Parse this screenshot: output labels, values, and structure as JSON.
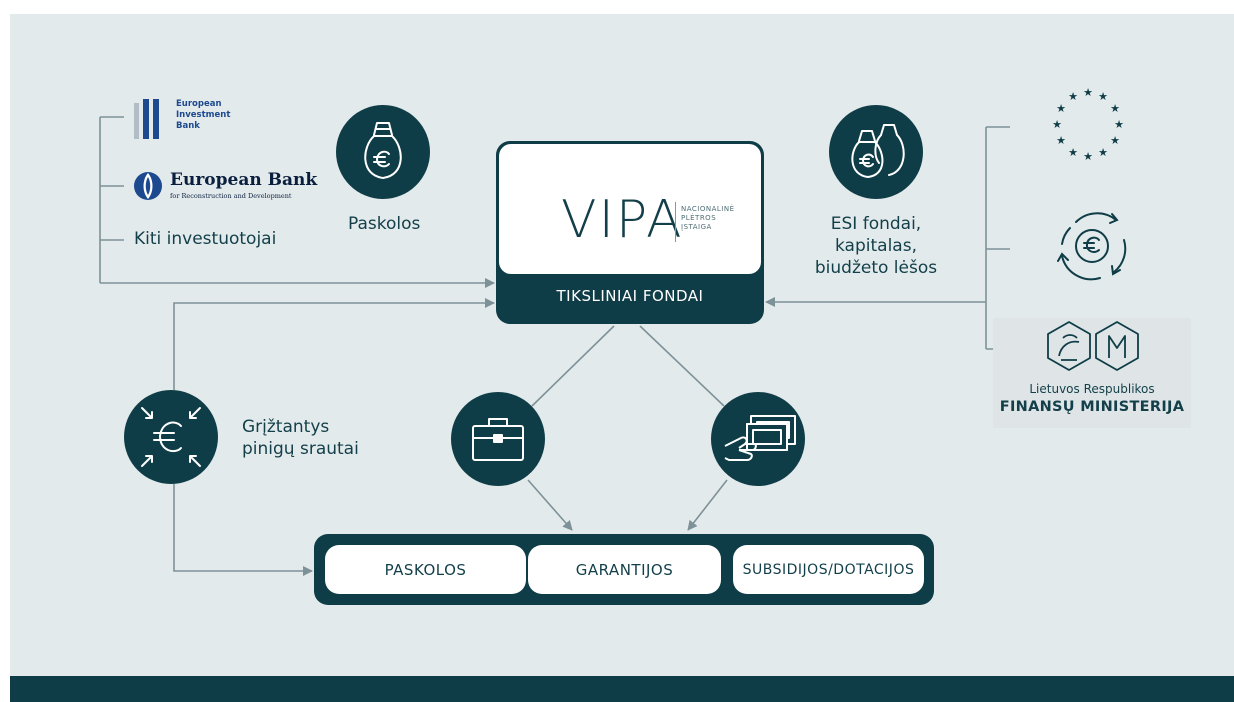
{
  "vipa": {
    "wordmark": "VIPA",
    "tagline": [
      "NACIONALINĖ",
      "PLĖTROS",
      "ĮSTAIGA"
    ],
    "title": "TIKSLINIAI FONDAI"
  },
  "sources_left": {
    "eib": [
      "European",
      "Investment",
      "Bank"
    ],
    "ebrd_name": "European Bank",
    "ebrd_sub": "for Reconstruction and Development",
    "other_investors": "Kiti investuotojai"
  },
  "loans_label": "Paskolos",
  "esi_label": [
    "ESI fondai,",
    "kapitalas,",
    "biudžeto lėšos"
  ],
  "returning_label": [
    "Grįžtantys",
    "pinigų srautai"
  ],
  "finance_ministry": {
    "line1": "Lietuvos Respublikos",
    "line2": "FINANSŲ MINISTERIJA"
  },
  "outcomes": [
    "PASKOLOS",
    "GARANTIJOS",
    "SUBSIDIJOS/DOTACIJOS"
  ],
  "icons": {
    "loans": "money-bag-euro-icon",
    "esi": "two-money-bags-icon",
    "returning": "euro-arrows-icon",
    "briefcase": "briefcase-icon",
    "payment": "hand-banknote-icon",
    "eu": "eu-stars-icon",
    "cycle": "euro-cycle-icon"
  },
  "colors": {
    "primary": "#0f3d47",
    "background": "#e3eaec",
    "connector": "#7d9298"
  }
}
